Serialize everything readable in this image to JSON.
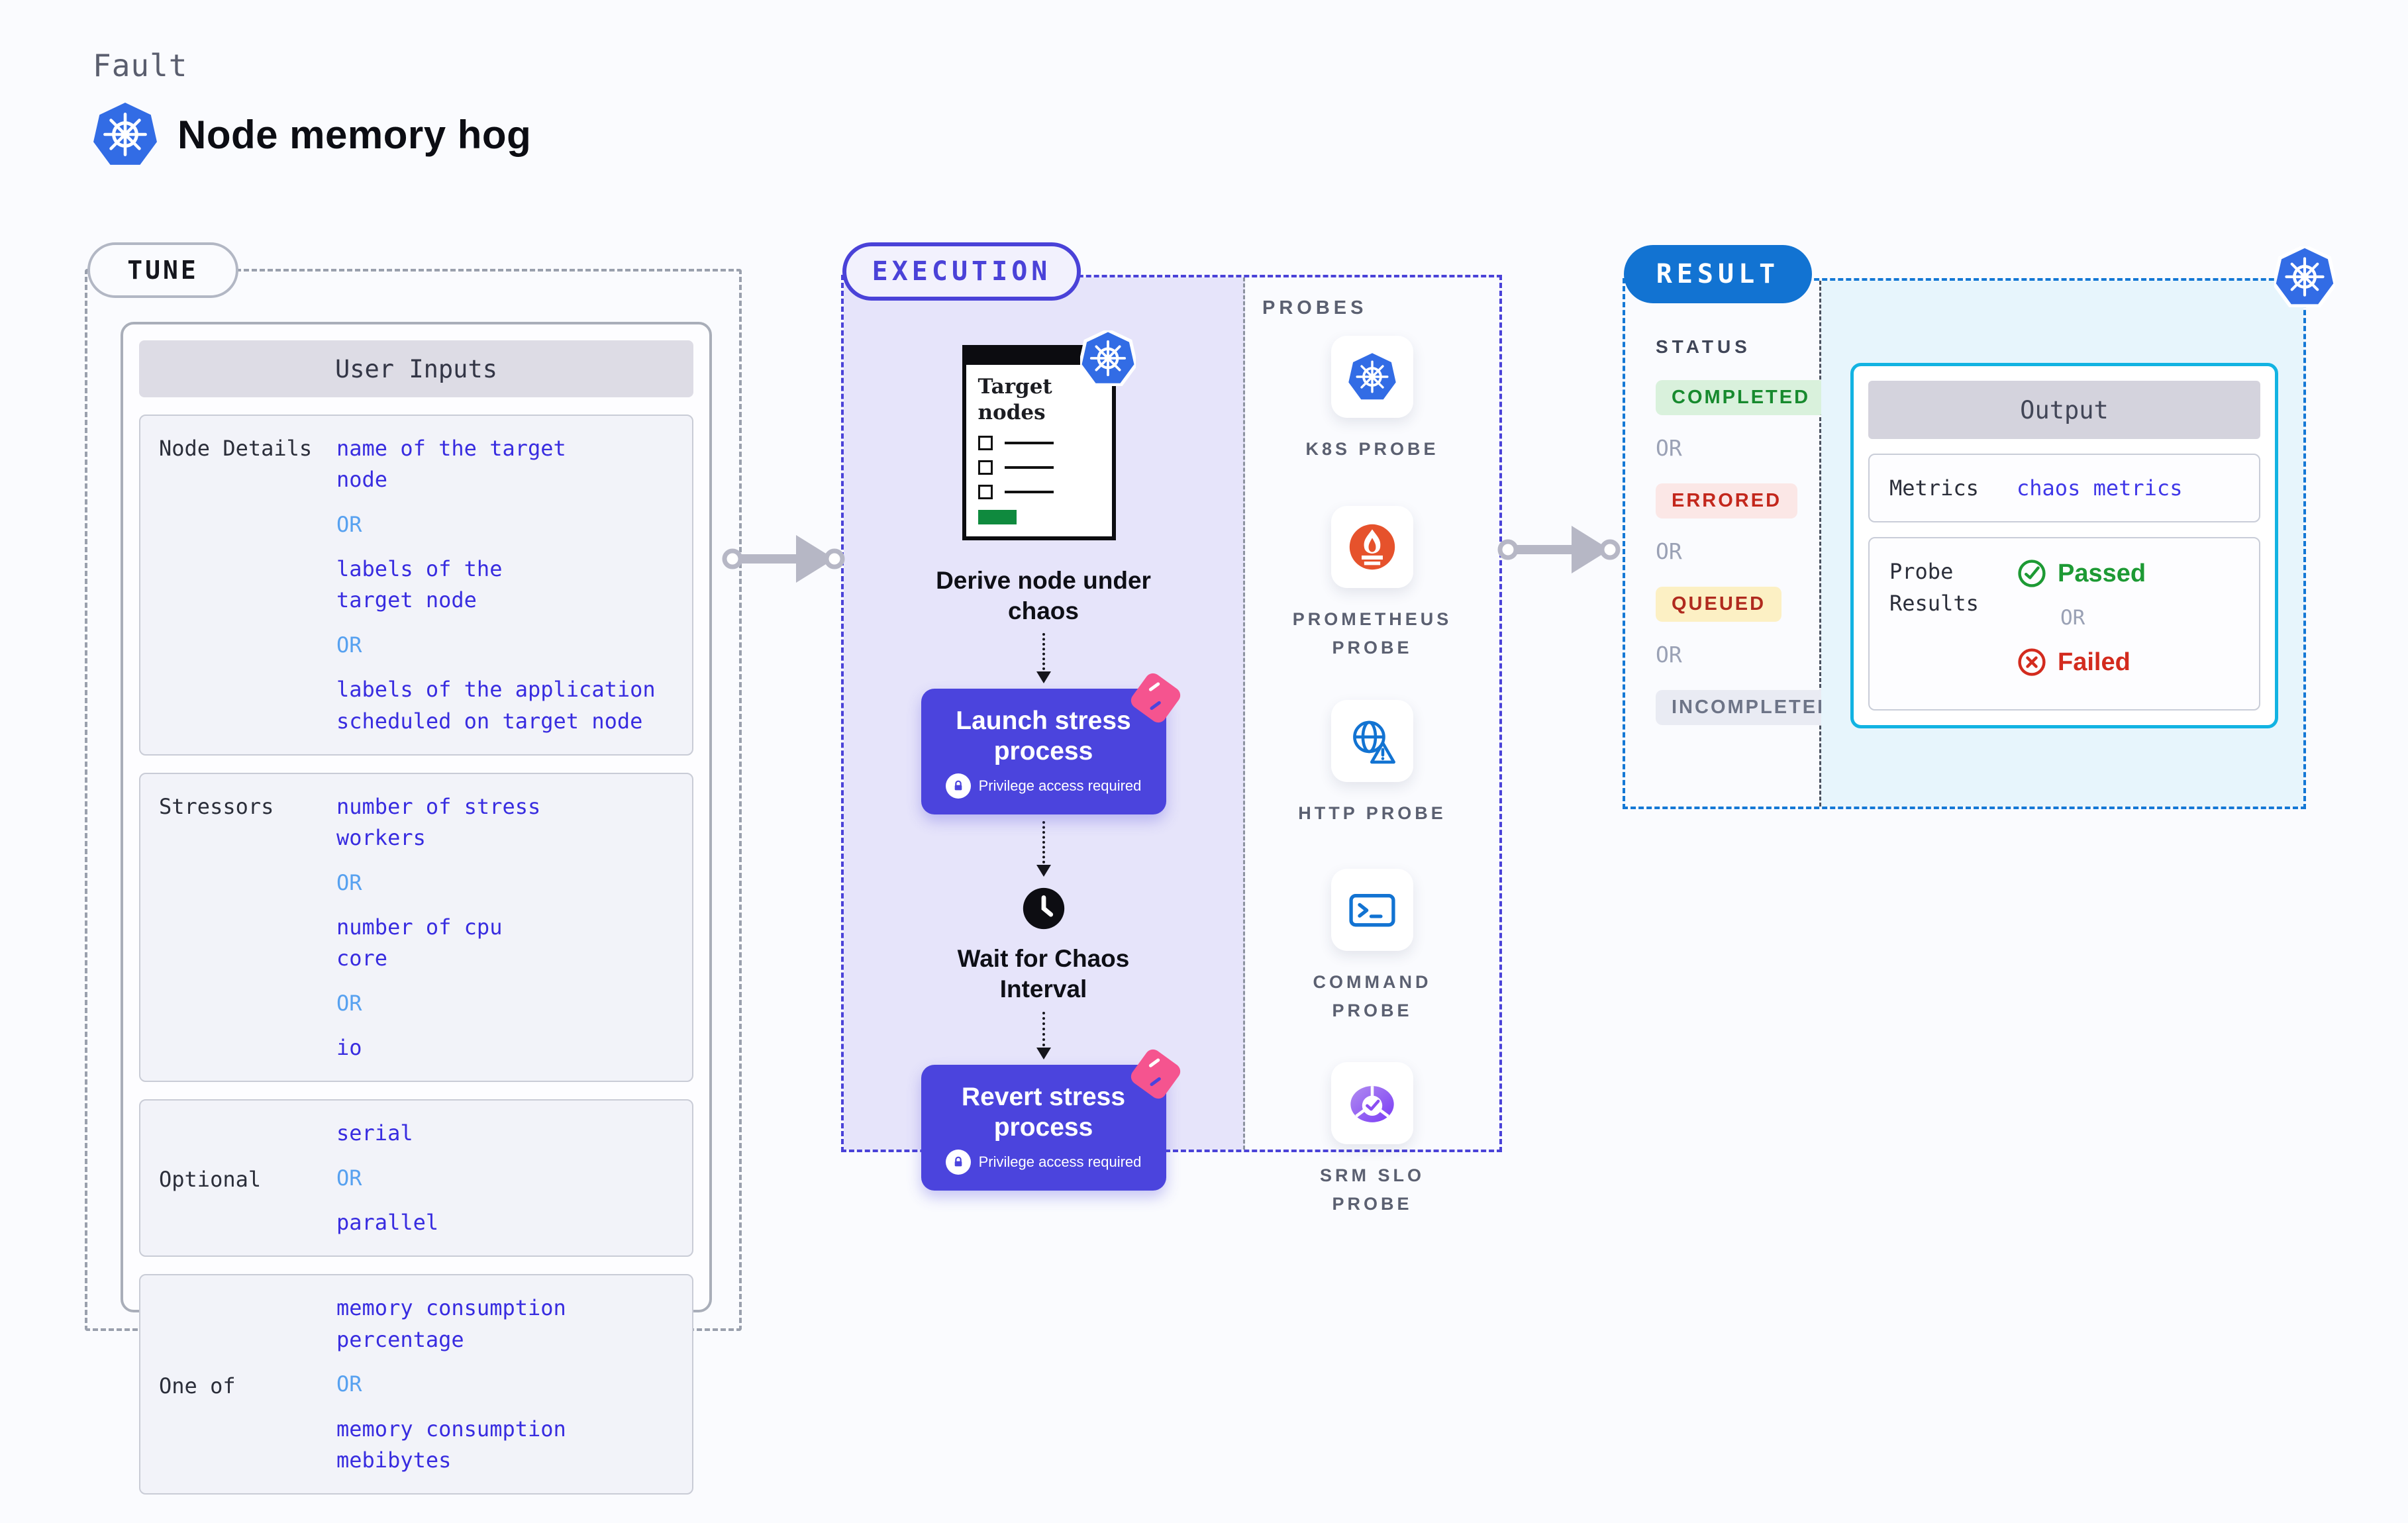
{
  "page": {
    "kicker": "Fault",
    "title": "Node memory hog"
  },
  "colors": {
    "accent_indigo": "#4b44dd",
    "execution_bg": "#e6e4fa",
    "tune_border_gray": "#9aa0ad",
    "result_blue": "#1478d5",
    "output_border_cyan": "#12b3e2",
    "value_text_blue": "#382ce0",
    "or_text_blue": "#57a1f0",
    "passed_green": "#1d9a34",
    "failed_red": "#d32b1e",
    "kubernetes_blue": "#326ce5",
    "prometheus_orange": "#e6522c",
    "pink_decoration": "#f5548f",
    "window_button_green": "#0f8a3e"
  },
  "icons": [
    "kubernetes-icon",
    "prometheus-icon",
    "globe-warning-icon",
    "terminal-icon",
    "pie-check-icon",
    "lock-icon",
    "clock-icon",
    "check-circle-icon",
    "x-circle-icon",
    "flow-arrow-icon",
    "pink-flag-decoration"
  ],
  "tune": {
    "badge": "TUNE",
    "card_title": "User Inputs",
    "rows": [
      {
        "label": "Node Details",
        "groups": [
          {
            "type": "value",
            "text": "name of the target\nnode"
          },
          {
            "type": "or",
            "text": "OR"
          },
          {
            "type": "value",
            "text": "labels of the\ntarget node"
          },
          {
            "type": "or",
            "text": "OR"
          },
          {
            "type": "value",
            "text": "labels of the application\nscheduled on target node"
          }
        ]
      },
      {
        "label": "Stressors",
        "groups": [
          {
            "type": "value",
            "text": "number of stress\nworkers"
          },
          {
            "type": "or",
            "text": "OR"
          },
          {
            "type": "value",
            "text": "number of cpu\ncore"
          },
          {
            "type": "or",
            "text": "OR"
          },
          {
            "type": "value",
            "text": "io"
          }
        ]
      },
      {
        "label": "Optional",
        "groups": [
          {
            "type": "value",
            "text": "serial"
          },
          {
            "type": "or",
            "text": "OR"
          },
          {
            "type": "value",
            "text": "parallel"
          }
        ]
      },
      {
        "label": "One of",
        "groups": [
          {
            "type": "value",
            "text": "memory consumption\npercentage"
          },
          {
            "type": "or",
            "text": "OR"
          },
          {
            "type": "value",
            "text": "memory consumption\nmebibytes"
          }
        ]
      }
    ]
  },
  "execution": {
    "badge": "EXECUTION",
    "window_title": "Target\nnodes",
    "step_derive": "Derive node under\nchaos",
    "launch": {
      "title": "Launch stress\nprocess",
      "privilege": "Privilege access required"
    },
    "wait": "Wait for Chaos\nInterval",
    "revert": {
      "title": "Revert stress\nprocess",
      "privilege": "Privilege access required"
    }
  },
  "probes": {
    "label": "PROBES",
    "items": [
      {
        "name": "K8S PROBE",
        "icon": "kubernetes-icon"
      },
      {
        "name": "PROMETHEUS\nPROBE",
        "icon": "prometheus-icon"
      },
      {
        "name": "HTTP PROBE",
        "icon": "globe-warning-icon"
      },
      {
        "name": "COMMAND\nPROBE",
        "icon": "terminal-icon"
      },
      {
        "name": "SRM SLO\nPROBE",
        "icon": "pie-check-icon"
      }
    ]
  },
  "result": {
    "badge": "RESULT",
    "status_label": "STATUS",
    "statuses": [
      {
        "label": "COMPLETED",
        "type": "completed"
      },
      {
        "label": "OR",
        "type": "or"
      },
      {
        "label": "ERRORED",
        "type": "errored"
      },
      {
        "label": "OR",
        "type": "or"
      },
      {
        "label": "QUEUED",
        "type": "queued"
      },
      {
        "label": "OR",
        "type": "or"
      },
      {
        "label": "INCOMPLETED",
        "type": "incompleted"
      }
    ],
    "output": {
      "title": "Output",
      "metrics_label": "Metrics",
      "metrics_value": "chaos metrics",
      "probe_label": "Probe\nResults",
      "passed": "Passed",
      "or": "OR",
      "failed": "Failed"
    }
  }
}
